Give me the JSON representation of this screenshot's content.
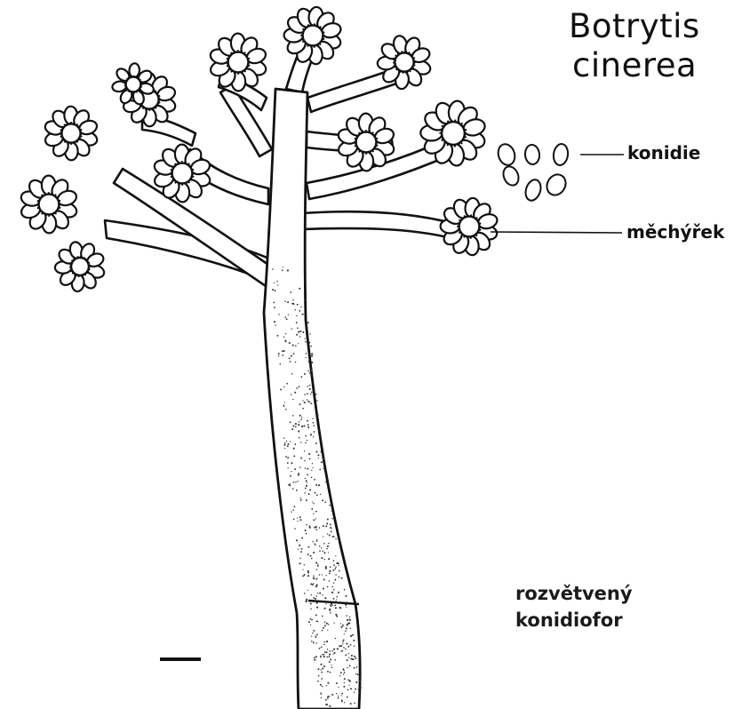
{
  "title": {
    "line1": "Botrytis",
    "line2": "cinerea"
  },
  "labels": {
    "conidia": "konidie",
    "vesicle": "měchýřek",
    "conidiophore_line1": "rozvětvený",
    "conidiophore_line2": "konidiofor"
  },
  "colors": {
    "ink": "#111111",
    "paper": "#ffffff",
    "stipple": "#333333"
  }
}
